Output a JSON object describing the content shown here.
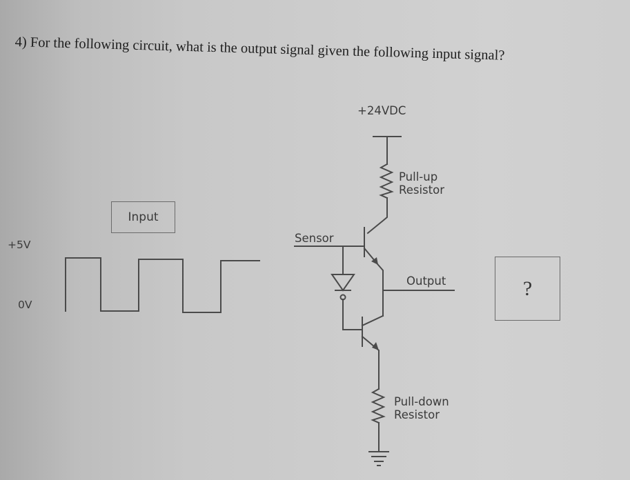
{
  "question": {
    "text": "4) For the following circuit, what is the output signal given the following input signal?"
  },
  "circuit": {
    "supply_label": "+24VDC",
    "pullup_label_line1": "Pull-up",
    "pullup_label_line2": "Resistor",
    "pulldown_label_line1": "Pull-down",
    "pulldown_label_line2": "Resistor",
    "sensor_label": "Sensor",
    "output_label": "Output"
  },
  "input_signal": {
    "box_label": "Input",
    "high_label": "+5V",
    "low_label": "0V"
  },
  "answer": {
    "placeholder": "?"
  }
}
